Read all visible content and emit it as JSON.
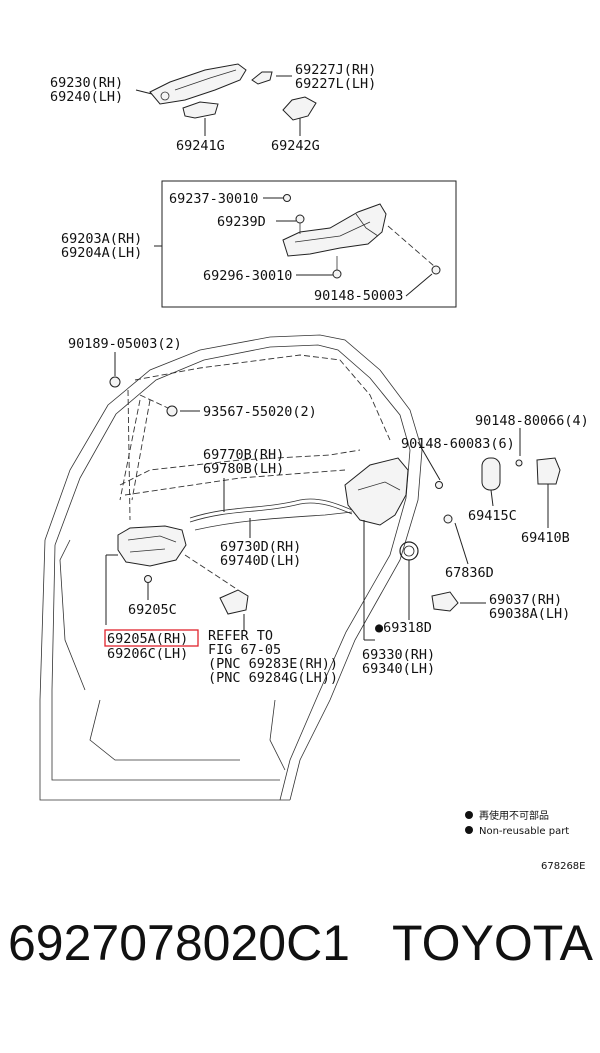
{
  "labels": {
    "handle_rh": "69230(RH)",
    "handle_lh": "69240(LH)",
    "cover_rh": "69227J(RH)",
    "cover_lh": "69227L(LH)",
    "pad_a": "69241G",
    "pad_b": "69242G",
    "bolt1": "69237-30010",
    "bolt2": "69239D",
    "frame_rh": "69203A(RH)",
    "frame_lh": "69204A(LH)",
    "screw1": "69296-30010",
    "screw2": "90148-50003",
    "clip1": "90189-05003(2)",
    "clip2": "93567-55020(2)",
    "screw3": "90148-80066(4)",
    "screw4": "90148-60083(6)",
    "cable1_rh": "69770B(RH)",
    "cable1_lh": "69780B(LH)",
    "part_69415c": "69415C",
    "part_69410b": "69410B",
    "cable2_rh": "69730D(RH)",
    "cable2_lh": "69740D(LH)",
    "part_67836d": "67836D",
    "part_69205c": "69205C",
    "lock_rh": "69037(RH)",
    "lock_lh": "69038A(LH)",
    "part_69318d": "●69318D",
    "inner_rh": "69205A(RH)",
    "inner_lh": "69206C(LH)",
    "refer1": "REFER TO",
    "refer2": "FIG 67-05",
    "refer3": "(PNC 69283E(RH))",
    "refer4": "(PNC 69284G(LH))",
    "latch_rh": "69330(RH)",
    "latch_lh": "69340(LH)"
  },
  "legend": {
    "item1": "再使用不可部品",
    "item2": "Non-reusable part"
  },
  "fig_id": "678268E",
  "bottom": {
    "part_number": "6927078020C1",
    "brand": "TOYOTA"
  },
  "colors": {
    "highlight": "#e0242c"
  }
}
